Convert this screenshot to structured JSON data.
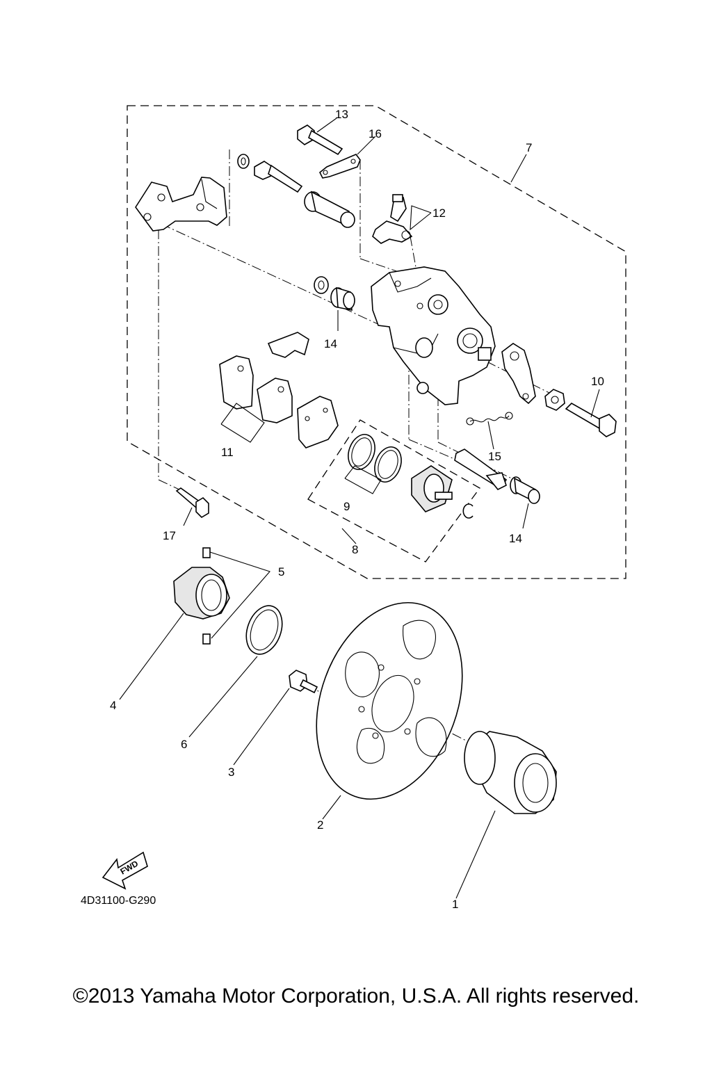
{
  "callouts": {
    "c1": "1",
    "c2": "2",
    "c3": "3",
    "c4": "4",
    "c5": "5",
    "c6": "6",
    "c7": "7",
    "c8": "8",
    "c9": "9",
    "c10": "10",
    "c11": "11",
    "c12": "12",
    "c13": "13",
    "c14a": "14",
    "c14b": "14",
    "c15": "15",
    "c16": "16",
    "c17": "17"
  },
  "fwd_label": "FWD",
  "diagram_code": "4D31100-G290",
  "copyright": "©2013 Yamaha Motor Corporation, U.S.A. All rights reserved."
}
